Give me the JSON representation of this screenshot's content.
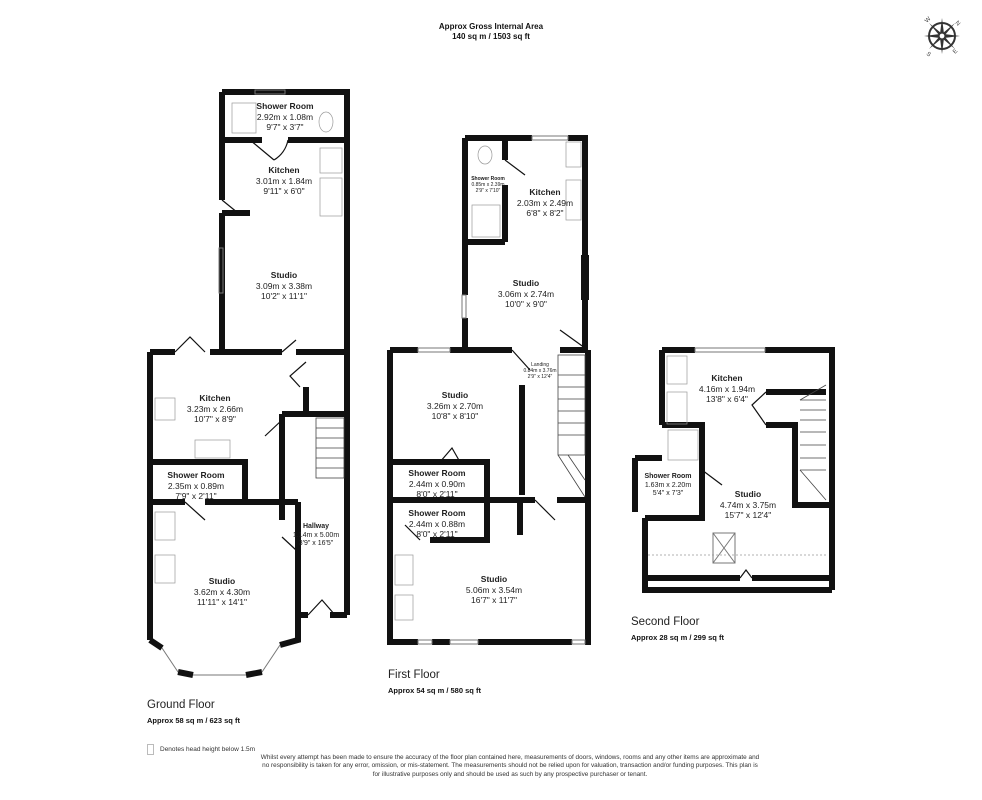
{
  "header": {
    "title": "Approx Gross Internal Area",
    "area": "140 sq m / 1503 sq ft"
  },
  "compass": {
    "icon": "compass-rose-icon",
    "labels": [
      "N",
      "E",
      "S",
      "W"
    ]
  },
  "floors": {
    "ground": {
      "name": "Ground Floor",
      "area": "Approx 58 sq m / 623 sq ft",
      "rooms": [
        {
          "name": "Shower Room",
          "metric": "2.92m x 1.08m",
          "imperial": "9'7\" x 3'7\""
        },
        {
          "name": "Kitchen",
          "metric": "3.01m x 1.84m",
          "imperial": "9'11\" x 6'0\""
        },
        {
          "name": "Studio",
          "metric": "3.09m x 3.38m",
          "imperial": "10'2\" x 11'1\""
        },
        {
          "name": "Kitchen",
          "metric": "3.23m x 2.66m",
          "imperial": "10'7\" x 8'9\""
        },
        {
          "name": "Shower Room",
          "metric": "2.35m x 0.89m",
          "imperial": "7'9\" x 2'11\""
        },
        {
          "name": "Hallway",
          "metric": "1.14m x 5.00m",
          "imperial": "3'9\" x 16'5\""
        },
        {
          "name": "Studio",
          "metric": "3.62m x 4.30m",
          "imperial": "11'11\" x 14'1\""
        }
      ]
    },
    "first": {
      "name": "First Floor",
      "area": "Approx 54 sq m / 580 sq ft",
      "rooms": [
        {
          "name": "Shower Room",
          "metric": "0.85m x 2.39m",
          "imperial": "2'9\" x 7'10\""
        },
        {
          "name": "Kitchen",
          "metric": "2.03m x 2.49m",
          "imperial": "6'8\" x 8'2\""
        },
        {
          "name": "Studio",
          "metric": "3.06m x 2.74m",
          "imperial": "10'0\" x 9'0\""
        },
        {
          "name": "Landing",
          "metric": "0.84m x 3.76m",
          "imperial": "2'9\" x 12'4\""
        },
        {
          "name": "Studio",
          "metric": "3.26m x 2.70m",
          "imperial": "10'8\" x 8'10\""
        },
        {
          "name": "Shower Room",
          "metric": "2.44m x 0.90m",
          "imperial": "8'0\" x 2'11\""
        },
        {
          "name": "Shower Room",
          "metric": "2.44m x 0.88m",
          "imperial": "8'0\" x 2'11\""
        },
        {
          "name": "Studio",
          "metric": "5.06m x 3.54m",
          "imperial": "16'7\" x 11'7\""
        }
      ]
    },
    "second": {
      "name": "Second Floor",
      "area": "Approx 28 sq m / 299 sq ft",
      "rooms": [
        {
          "name": "Kitchen",
          "metric": "4.16m x 1.94m",
          "imperial": "13'8\" x 6'4\""
        },
        {
          "name": "Shower Room",
          "metric": "1.63m x 2.20m",
          "imperial": "5'4\" x 7'3\""
        },
        {
          "name": "Studio",
          "metric": "4.74m x 3.75m",
          "imperial": "15'7\" x 12'4\""
        }
      ]
    }
  },
  "legend": {
    "text": "Denotes head height below 1.5m"
  },
  "disclaimer": "Whilst every attempt has been made to ensure the accuracy of the floor plan contained here, measurements of doors, windows, rooms and any other items are approximate and no responsibility is taken for any error, omission, or mis-statement. The measurements should not be relied upon for valuation, transaction and/or funding purposes. This plan is for illustrative purposes only and should be used as such by any prospective purchaser or tenant."
}
